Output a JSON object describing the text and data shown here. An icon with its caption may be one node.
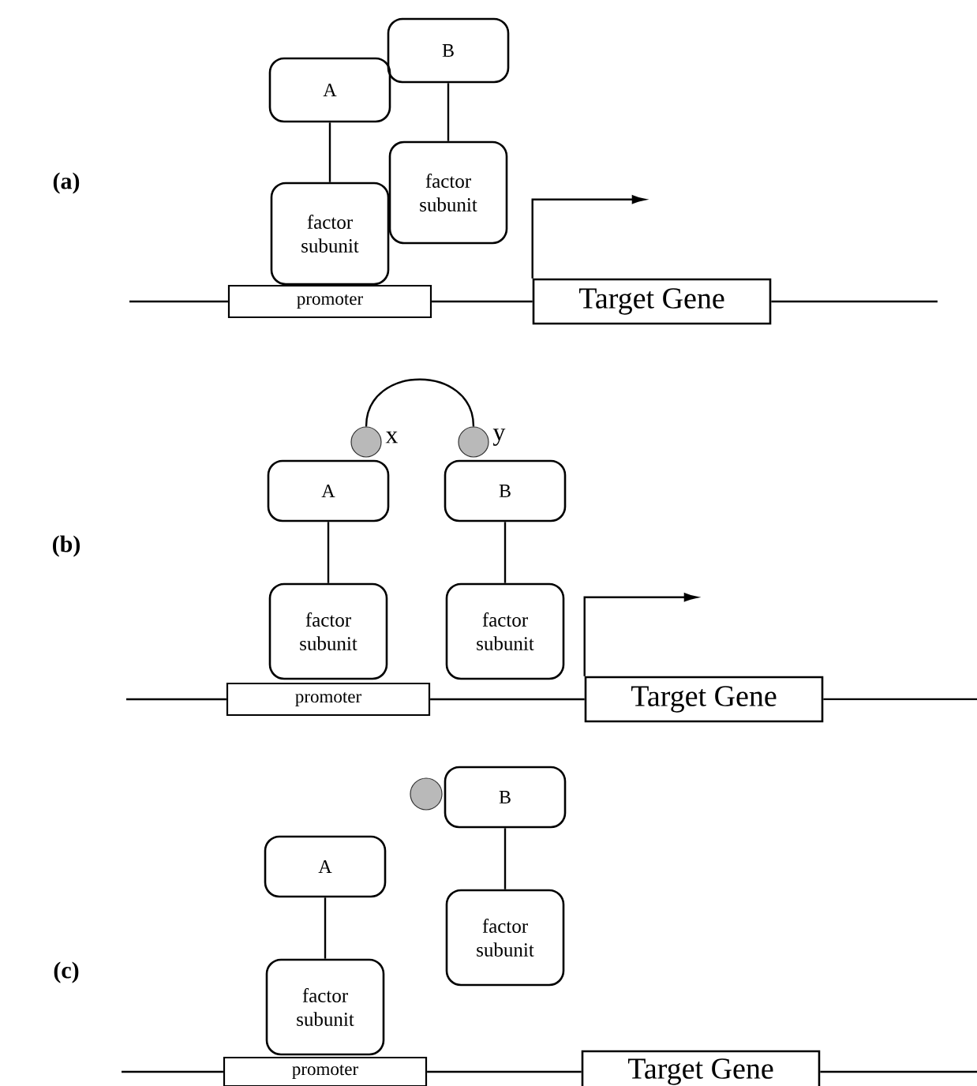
{
  "diagram": {
    "nodes": [
      {
        "text": [
          "A"
        ]
      },
      {
        "text": [
          "B"
        ]
      },
      {
        "text": [
          "factor subunit"
        ]
      },
      {
        "text": [
          "factor subunit"
        ]
      },
      {
        "text": [
          "promoter"
        ]
      },
      {
        "text": [
          "Target Gene"
        ]
      },
      {
        "text": [],
        "shape": "circle",
        "beside": [
          "x"
        ]
      },
      {
        "text": [],
        "shape": "circle",
        "beside": [
          "y"
        ]
      },
      {
        "text": [
          "A"
        ]
      },
      {
        "text": [
          "B"
        ]
      },
      {
        "text": [
          "factor subunit"
        ]
      },
      {
        "text": [
          "factor subunit"
        ]
      },
      {
        "text": [
          "promoter"
        ]
      },
      {
        "text": [
          "Target Gene"
        ]
      },
      {
        "text": [],
        "shape": "circle"
      },
      {
        "text": [
          "A"
        ]
      },
      {
        "text": [
          "B"
        ]
      },
      {
        "text": [
          "factor subunit"
        ]
      },
      {
        "text": [
          "factor subunit"
        ]
      },
      {
        "text": [
          "promoter"
        ]
      },
      {
        "text": [
          "Target Gene"
        ]
      }
    ],
    "edges": [
      {
        "from": 0,
        "to": 2,
        "arrow": "none"
      },
      {
        "from": 1,
        "to": 3,
        "arrow": "none"
      },
      {
        "from": 4,
        "to": 5,
        "arrow": "none"
      },
      {
        "from": 5,
        "to": null,
        "arrow": "to"
      },
      {
        "from": 6,
        "to": 7,
        "arrow": "none"
      },
      {
        "from": 8,
        "to": 10,
        "arrow": "none"
      },
      {
        "from": 9,
        "to": 11,
        "arrow": "none"
      },
      {
        "from": 12,
        "to": 13,
        "arrow": "none"
      },
      {
        "from": 13,
        "to": null,
        "arrow": "to"
      },
      {
        "from": 15,
        "to": 17,
        "arrow": "none"
      },
      {
        "from": 16,
        "to": 18,
        "arrow": "none"
      },
      {
        "from": 19,
        "to": 20,
        "arrow": "none"
      }
    ],
    "labels": [
      "(a)",
      "(b)",
      "(c)"
    ]
  }
}
